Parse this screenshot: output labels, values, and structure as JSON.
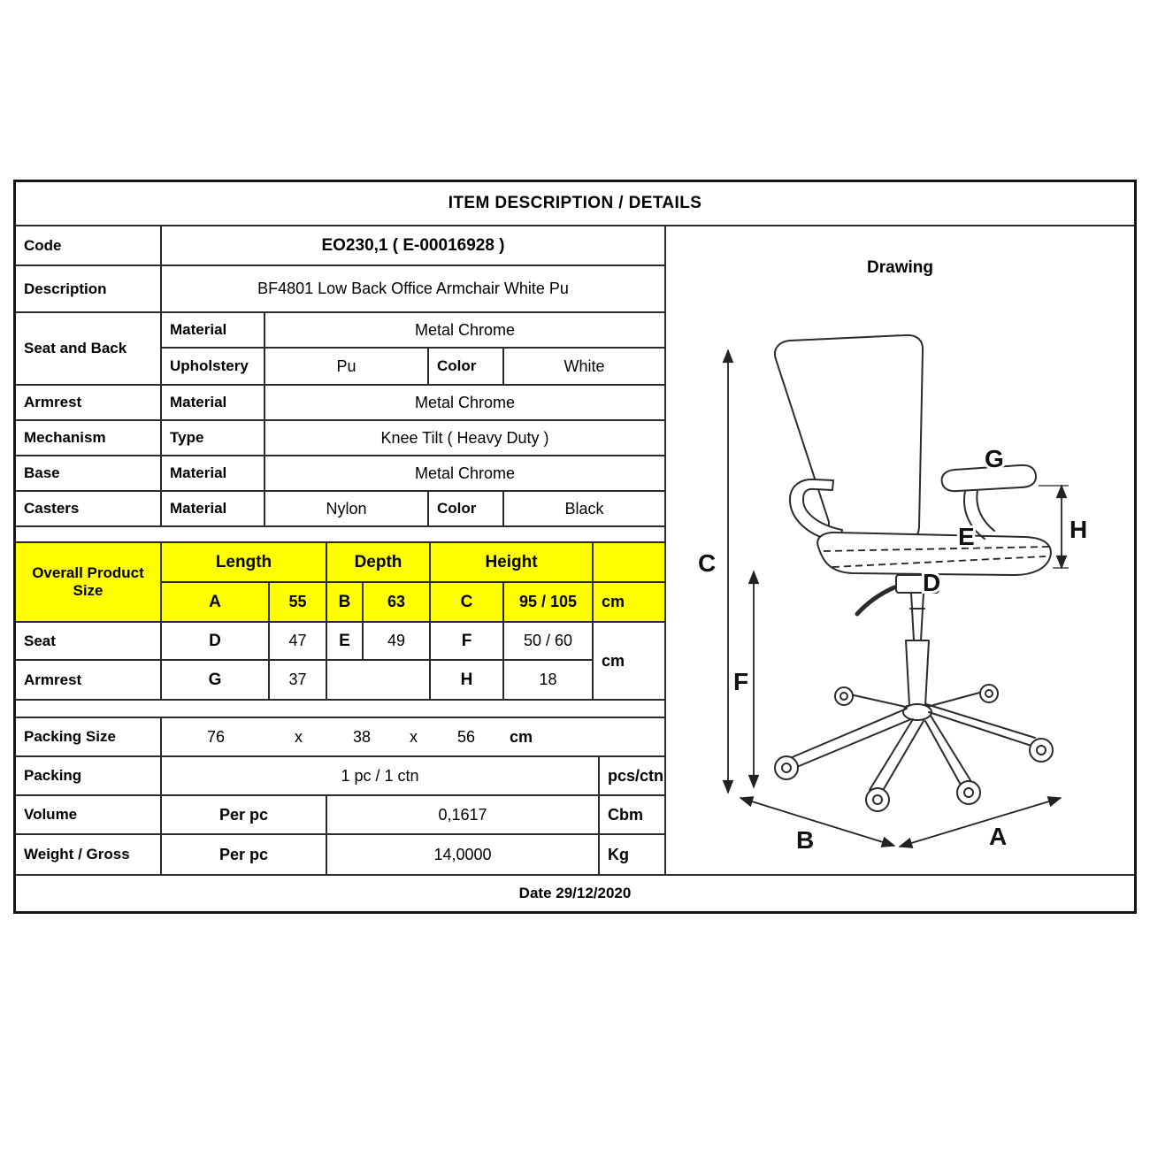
{
  "page": {
    "title": "ITEM DESCRIPTION / DETAILS"
  },
  "info": {
    "code_label": "Code",
    "code_value": "EO230,1  ( E-00016928 )",
    "description_label": "Description",
    "description_value": "BF4801 Low Back Office Armchair White Pu",
    "drawing_label": "Drawing"
  },
  "specs": {
    "seat_back": {
      "label": "Seat and Back",
      "material_label": "Material",
      "material_value": "Metal Chrome",
      "upholstery_label": "Upholstery",
      "upholstery_value": "Pu",
      "color_label": "Color",
      "color_value": "White"
    },
    "armrest": {
      "label": "Armrest",
      "material_label": "Material",
      "material_value": "Metal Chrome"
    },
    "mechanism": {
      "label": "Mechanism",
      "type_label": "Type",
      "type_value": "Knee Tilt ( Heavy Duty )"
    },
    "base": {
      "label": "Base",
      "material_label": "Material",
      "material_value": "Metal Chrome"
    },
    "casters": {
      "label": "Casters",
      "material_label": "Material",
      "material_value": "Nylon",
      "color_label": "Color",
      "color_value": "Black"
    }
  },
  "size": {
    "overall_label": "Overall Product Size",
    "length_label": "Length",
    "depth_label": "Depth",
    "height_label": "Height",
    "overall": {
      "a_key": "A",
      "a_val": "55",
      "b_key": "B",
      "b_val": "63",
      "c_key": "C",
      "c_val": "95 / 105",
      "unit": "cm"
    },
    "seat": {
      "label": "Seat",
      "d_key": "D",
      "d_val": "47",
      "e_key": "E",
      "e_val": "49",
      "f_key": "F",
      "f_val": "50 / 60"
    },
    "armrest": {
      "label": "Armrest",
      "g_key": "G",
      "g_val": "37",
      "h_key": "H",
      "h_val": "18"
    },
    "unit2": "cm"
  },
  "packing": {
    "size": {
      "label": "Packing Size",
      "v1": "76",
      "x1": "x",
      "v2": "38",
      "x2": "x",
      "v3": "56",
      "unit": "cm"
    },
    "pack": {
      "label": "Packing",
      "value": "1 pc / 1 ctn",
      "unit": "pcs/ctn"
    },
    "volume": {
      "label": "Volume",
      "per": "Per pc",
      "value": "0,1617",
      "unit": "Cbm"
    },
    "weight": {
      "label": "Weight / Gross",
      "per": "Per pc",
      "value": "14,0000",
      "unit": "Kg"
    }
  },
  "footer": {
    "date": "Date 29/12/2020"
  },
  "drawing": {
    "labels": {
      "A": "A",
      "B": "B",
      "C": "C",
      "D": "D",
      "E": "E",
      "F": "F",
      "G": "G",
      "H": "H"
    }
  },
  "colors": {
    "highlight": "#ffff00",
    "border": "#2a2a2a"
  }
}
